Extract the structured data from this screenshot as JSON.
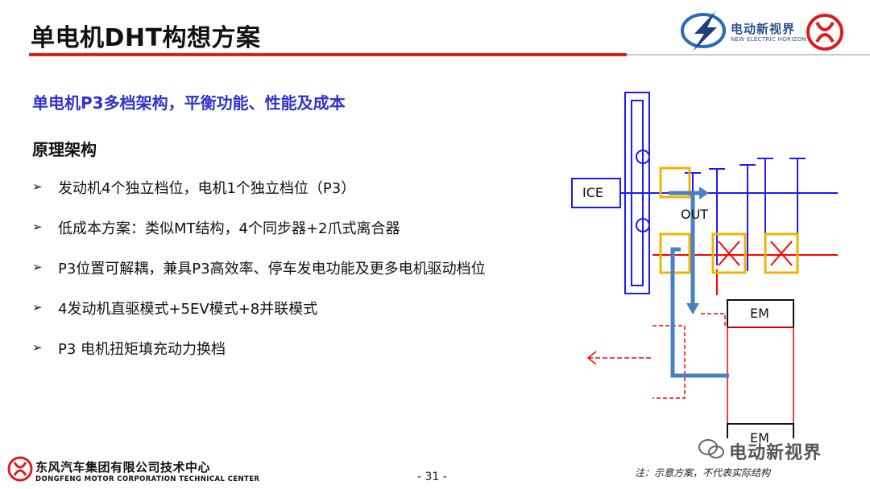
{
  "slide": {
    "title": "单电机DHT构想方案",
    "subtitle": "单电机P3多档架构，平衡功能、性能及成本",
    "section": "原理架构",
    "bullets": [
      "发动机4个独立档位，电机1个独立档位（P3）",
      "低成本方案：类似MT结构，4个同步器+2爪式离合器",
      "P3位置可解耦，兼具P3高效率、停车发电功能及更多电机驱动档位",
      "4发动机直驱模式+5EV模式+8并联模式",
      "P3 电机扭矩填充动力换档"
    ],
    "bullet_icon": "arrow-bullet-icon"
  },
  "header": {
    "brand_cn": "电动新视界",
    "brand_en": "NEW ELECTRIC HORIZON"
  },
  "diagram": {
    "ice_label": "ICE",
    "out_label": "OUT",
    "em_top_label": "EM",
    "em_bottom_label": "EM",
    "colors": {
      "shaft_blue": "#1a1aff",
      "clutch_orange": "#f0b400",
      "path_blue": "#4a7fc1",
      "red": "#ff0000"
    }
  },
  "footer": {
    "company_cn": "东风汽车集团有限公司技术中心",
    "company_en": "DONGFENG MOTOR CORPORATION TECHNICAL CENTER",
    "page": "- 31 -",
    "note": "注：示意方案，不代表实际结构",
    "watermark": "电动新视界"
  },
  "colors": {
    "title_rule": "#e02020",
    "subtitle": "#3333cc",
    "brand_blue": "#2a4f8f"
  }
}
